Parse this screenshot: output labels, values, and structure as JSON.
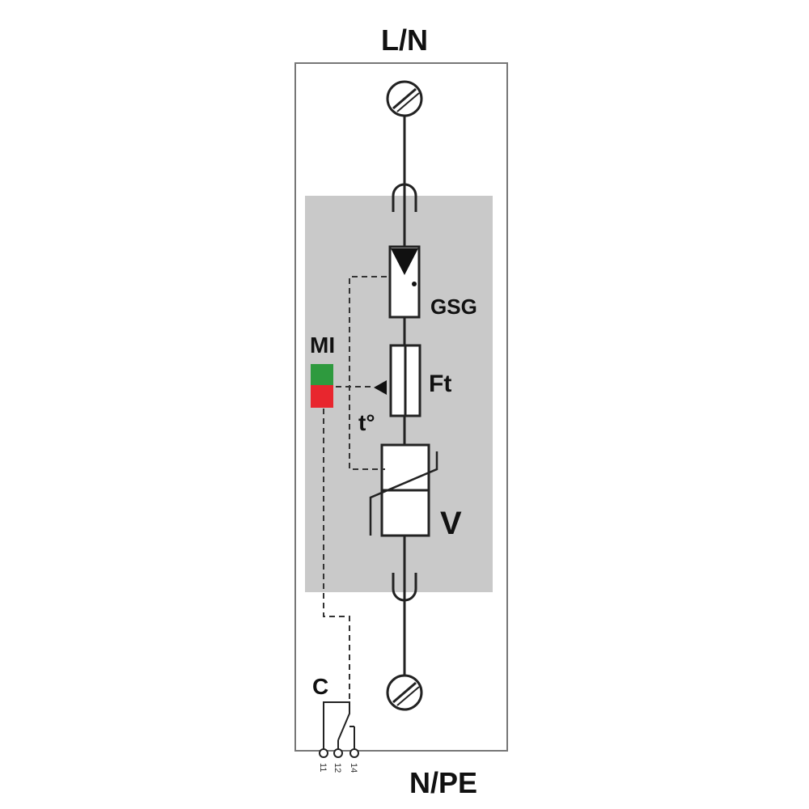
{
  "labels": {
    "top": "L/N",
    "bottom": "N/PE",
    "gsg": "GSG",
    "ft": "Ft",
    "temp": "t°",
    "v": "V",
    "mi": "MI",
    "c": "C",
    "pin1": "11",
    "pin2": "12",
    "pin3": "14"
  },
  "colors": {
    "module_fill": "#c9c9c9",
    "indicator_ok": "#2e9a3e",
    "indicator_fault": "#e8262e",
    "line": "#222222"
  }
}
